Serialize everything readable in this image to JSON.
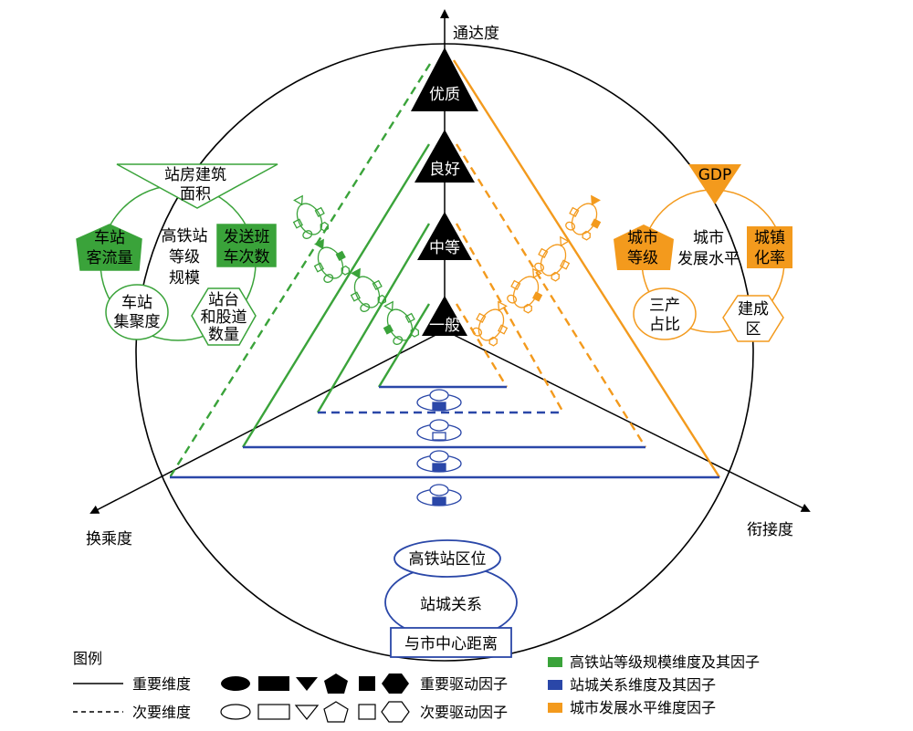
{
  "axes": {
    "top": "通达度",
    "left": "换乘度",
    "right": "衔接度"
  },
  "levels": [
    "优质",
    "良好",
    "中等",
    "一般"
  ],
  "green_cluster": {
    "top": [
      "站房建筑",
      "面积"
    ],
    "center": [
      "高铁站",
      "等级",
      "规模"
    ],
    "left": [
      "车站",
      "客流量"
    ],
    "right": [
      "发送班",
      "车次数"
    ],
    "bottom_left": [
      "车站",
      "集聚度"
    ],
    "bottom_right": [
      "站台",
      "和股道",
      "数量"
    ]
  },
  "orange_cluster": {
    "top": "GDP",
    "center": [
      "城市",
      "发展水平"
    ],
    "left": [
      "城市",
      "等级"
    ],
    "right": [
      "城镇",
      "化率"
    ],
    "bottom_left": [
      "三产",
      "占比"
    ],
    "bottom_right": [
      "建成",
      "区"
    ]
  },
  "blue_cluster": {
    "top": "高铁站区位",
    "center": "站城关系",
    "bottom": "与市中心距离"
  },
  "legend": {
    "title": "图例",
    "solid_line": "重要维度",
    "dashed_line": "次要维度",
    "filled_shapes": "重要驱动因子",
    "hollow_shapes": "次要驱动因子",
    "green": "高铁站等级规模维度及其因子",
    "blue": "站城关系维度及其因子",
    "orange": "城市发展水平维度因子"
  },
  "colors": {
    "green": "#3aa33a",
    "orange": "#f39a1d",
    "blue": "#2a47a8",
    "black": "#000000"
  }
}
